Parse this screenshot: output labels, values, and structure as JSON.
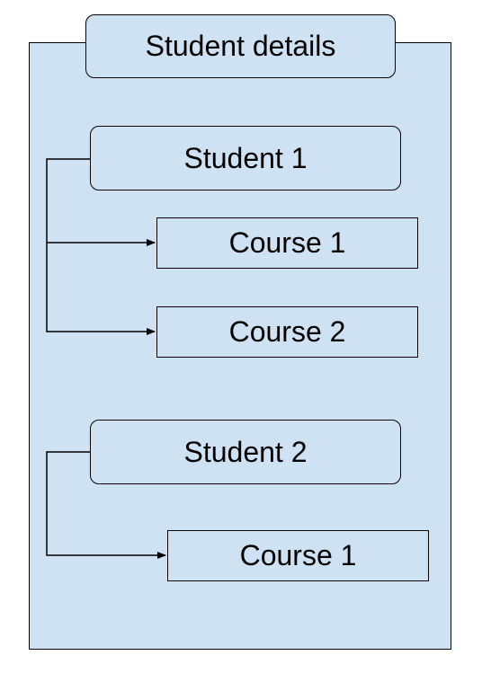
{
  "title": "Student details",
  "students": [
    {
      "label": "Student 1",
      "courses": [
        "Course 1",
        "Course 2"
      ]
    },
    {
      "label": "Student 2",
      "courses": [
        "Course 1"
      ]
    }
  ],
  "colors": {
    "fill": "#cfe2f3",
    "stroke": "#000000"
  }
}
